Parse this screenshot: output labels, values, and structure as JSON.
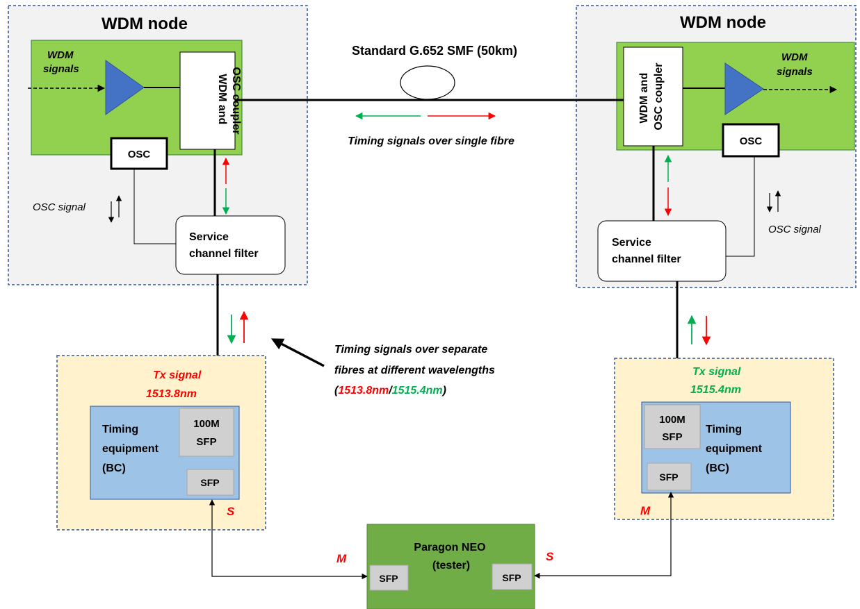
{
  "left_node": {
    "title": "WDM node",
    "wdm_signals": [
      "WDM",
      "signals"
    ],
    "coupler": [
      "WDM and",
      "OSC coupler"
    ],
    "osc": "OSC",
    "osc_signal": "OSC signal",
    "filter": [
      "Service",
      "channel  filter"
    ]
  },
  "right_node": {
    "title": "WDM node",
    "wdm_signals": [
      "WDM",
      "signals"
    ],
    "coupler": [
      "WDM and",
      "OSC  coupler"
    ],
    "osc": "OSC",
    "osc_signal": "OSC signal",
    "filter": [
      "Service",
      "channel filter"
    ]
  },
  "fibre": {
    "label": "Standard G.652 SMF (50km)",
    "caption": "Timing signals over single fibre"
  },
  "separate_fibres": {
    "line1": "Timing signals over separate",
    "line2": "fibres at different wavelengths",
    "open": "(",
    "wl_red": "1513.8nm",
    "slash": "/",
    "wl_green": "1515.4nm",
    "close": ")"
  },
  "left_timing": {
    "tx_label": "Tx signal",
    "tx_wavelength": "1513.8nm",
    "equipment": [
      "Timing",
      "equipment",
      "(BC)"
    ],
    "sfp_100m": [
      "100M",
      "SFP"
    ],
    "sfp": "SFP",
    "role": "S"
  },
  "right_timing": {
    "tx_label": "Tx signal",
    "tx_wavelength": "1515.4nm",
    "equipment": [
      "Timing",
      "equipment",
      "(BC)"
    ],
    "sfp_100m": [
      "100M",
      "SFP"
    ],
    "sfp": "SFP",
    "role": "M"
  },
  "tester": {
    "title": [
      "Paragon NEO",
      "(tester)"
    ],
    "sfp_left": "SFP",
    "sfp_right": "SFP",
    "role_left": "M",
    "role_right": "S"
  },
  "colors": {
    "red": "#ff0000",
    "green": "#00b050",
    "node_fill": "#f2f2f2",
    "node_border": "#2f5597",
    "wdm_green": "#92d050",
    "amp_blue": "#4472c4",
    "timing_bg": "#fff2cc",
    "timing_box": "#9dc3e6",
    "sfp_gray": "#d0d0d0",
    "tester_green": "#70ad47"
  }
}
